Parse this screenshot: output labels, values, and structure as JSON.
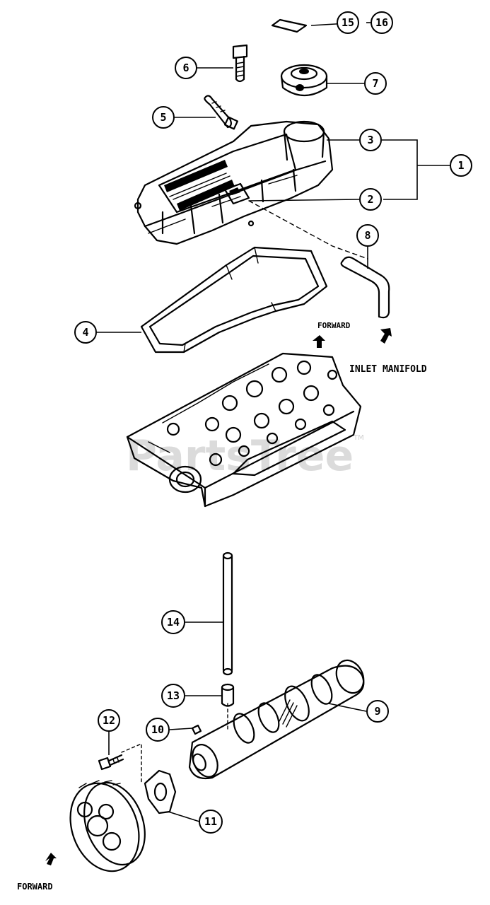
{
  "labels": {
    "forward_top": "FORWARD",
    "inlet_manifold": "INLET MANIFOLD",
    "forward_bottom": "FORWARD"
  },
  "watermark": {
    "text": "PartsTree",
    "trademark": "TM"
  },
  "callouts": [
    "1",
    "2",
    "3",
    "4",
    "5",
    "6",
    "7",
    "8",
    "9",
    "10",
    "11",
    "12",
    "13",
    "14",
    "15",
    "16"
  ],
  "colors": {
    "ink": "#000000",
    "paper": "#ffffff",
    "watermark": "#cfcfcf"
  }
}
